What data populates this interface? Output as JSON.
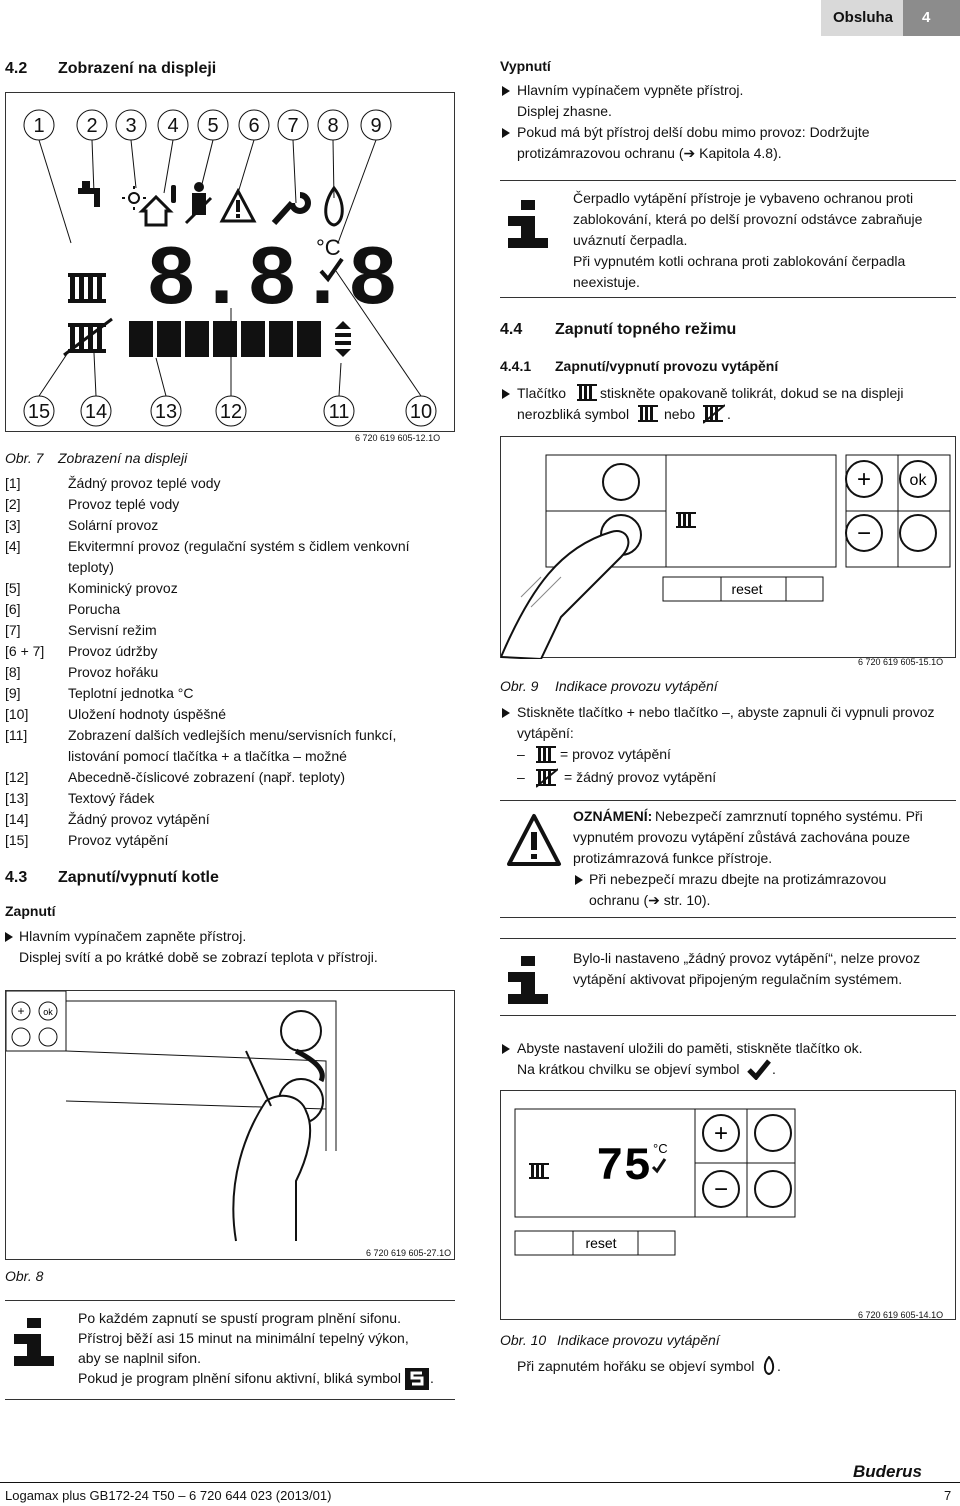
{
  "header": {
    "section": "Obsluha",
    "page": "4"
  },
  "footer": {
    "model": "Logamax plus GB172-24 T50 – 6 720 644 023 (2013/01)",
    "brand": "Buderus",
    "page": "7"
  },
  "left": {
    "h42": "4.2",
    "h42_title": "Zobrazení na displeji",
    "fig7": {
      "callouts_top": [
        "1",
        "2",
        "3",
        "4",
        "5",
        "6",
        "7",
        "8",
        "9"
      ],
      "callouts_bottom": [
        "15",
        "14",
        "13",
        "12",
        "11",
        "10"
      ],
      "code": "6 720 619 605-12.1O",
      "temp": "8.8.8",
      "unit": "°C"
    },
    "fig7_caption_num": "Obr. 7",
    "fig7_caption": "Zobrazení na displeji",
    "legend": [
      {
        "k": "[1]",
        "v": "Žádný provoz teplé vody"
      },
      {
        "k": "[2]",
        "v": "Provoz teplé vody"
      },
      {
        "k": "[3]",
        "v": "Solární provoz"
      },
      {
        "k": "[4]",
        "v": "Ekvitermní provoz (regulační systém s čidlem venkovní",
        "v2": "teploty)"
      },
      {
        "k": "[5]",
        "v": "Kominický provoz"
      },
      {
        "k": "[6]",
        "v": "Porucha"
      },
      {
        "k": "[7]",
        "v": "Servisní režim"
      },
      {
        "k": "[6 + 7]",
        "v": "Provoz údržby"
      },
      {
        "k": "[8]",
        "v": "Provoz hořáku"
      },
      {
        "k": "[9]",
        "v": "Teplotní jednotka °C"
      },
      {
        "k": "[10]",
        "v": "Uložení hodnoty úspěšné"
      },
      {
        "k": "[11]",
        "v": "Zobrazení dalších vedlejších menu/servisních funkcí,",
        "v2": "listování pomocí tlačítka + a tlačítka – možné"
      },
      {
        "k": "[12]",
        "v": "Abecedně-číslicové zobrazení (např. teploty)"
      },
      {
        "k": "[13]",
        "v": "Textový řádek"
      },
      {
        "k": "[14]",
        "v": "Žádný provoz vytápění"
      },
      {
        "k": "[15]",
        "v": "Provoz vytápění"
      }
    ],
    "h43": "4.3",
    "h43_title": "Zapnutí/vypnutí kotle",
    "zapnuti": "Zapnutí",
    "zapnuti_step1": "Hlavním vypínačem zapněte přístroj.",
    "zapnuti_step2": "Displej svítí a po krátké době se zobrazí teplota v přístroji.",
    "fig8_code": "6 720 619 605-27.1O",
    "fig8_caption": "Obr. 8",
    "info1": [
      "Po každém zapnutí se spustí program plnění sifonu.",
      "Přístroj běží asi 15 minut na minimální tepelný výkon,",
      "aby se naplnil sifon.",
      "Pokud je program plnění sifonu aktivní, bliká symbol"
    ]
  },
  "right": {
    "vypnuti": "Vypnutí",
    "v1": "Hlavním vypínačem vypněte přístroj.",
    "v2": "Displej zhasne.",
    "v3": "Pokud má být přístroj delší dobu mimo provoz: Dodržujte",
    "v4": "protizámrazovou ochranu (➔ Kapitola 4.8).",
    "info2": [
      "Čerpadlo vytápění přístroje je vybaveno ochranou proti",
      "zablokování, která po delší provozní odstávce zabraňuje",
      "uváznutí čerpadla.",
      "Při vypnutém kotli ochrana proti zablokování čerpadla",
      "neexistuje."
    ],
    "h44": "4.4",
    "h44_title": "Zapnutí topného režimu",
    "h441": "4.4.1",
    "h441_title": "Zapnutí/vypnutí provozu vytápění",
    "s1a": "Tlačítko",
    "s1b": "stiskněte opakovaně tolikrát, dokud se na displeji",
    "s1c": "nerozbliká symbol",
    "s1d": "nebo",
    "fig9": {
      "code": "6 720 619 605-15.1O",
      "caption_num": "Obr. 9",
      "caption": "Indikace provozu vytápění",
      "reset": "reset",
      "ok": "ok"
    },
    "s2": "Stiskněte tlačítko + nebo tlačítko –, abyste zapnuli či vypnuli provoz",
    "s2b": "vytápění:",
    "opt1": "= provoz vytápění",
    "opt2": "= žádný provoz vytápění",
    "warn_title": "OZNÁMENÍ:",
    "warn1": "Nebezpečí zamrznutí topného systému. Při",
    "warn2": "vypnutém provozu vytápění zůstává zachována pouze",
    "warn3": "protizámrazová funkce přístroje.",
    "warn4": "Při nebezpečí mrazu dbejte na protizámrazovou",
    "warn5": "ochranu (➔ str. 10).",
    "info3": [
      "Bylo-li nastaveno „žádný provoz vytápění“, nelze provoz",
      "vytápění aktivovat připojeným regulačním systémem."
    ],
    "s3": "Abyste nastavení uložili do paměti, stiskněte tlačítko ok.",
    "s3b": "Na krátkou chvilku se objeví symbol",
    "fig10": {
      "temp": "75",
      "unit": "°C",
      "reset": "reset",
      "code": "6 720 619 605-14.1O",
      "caption_num": "Obr. 10",
      "caption": "Indikace provozu vytápění"
    },
    "s4": "Při zapnutém hořáku se objeví symbol"
  }
}
